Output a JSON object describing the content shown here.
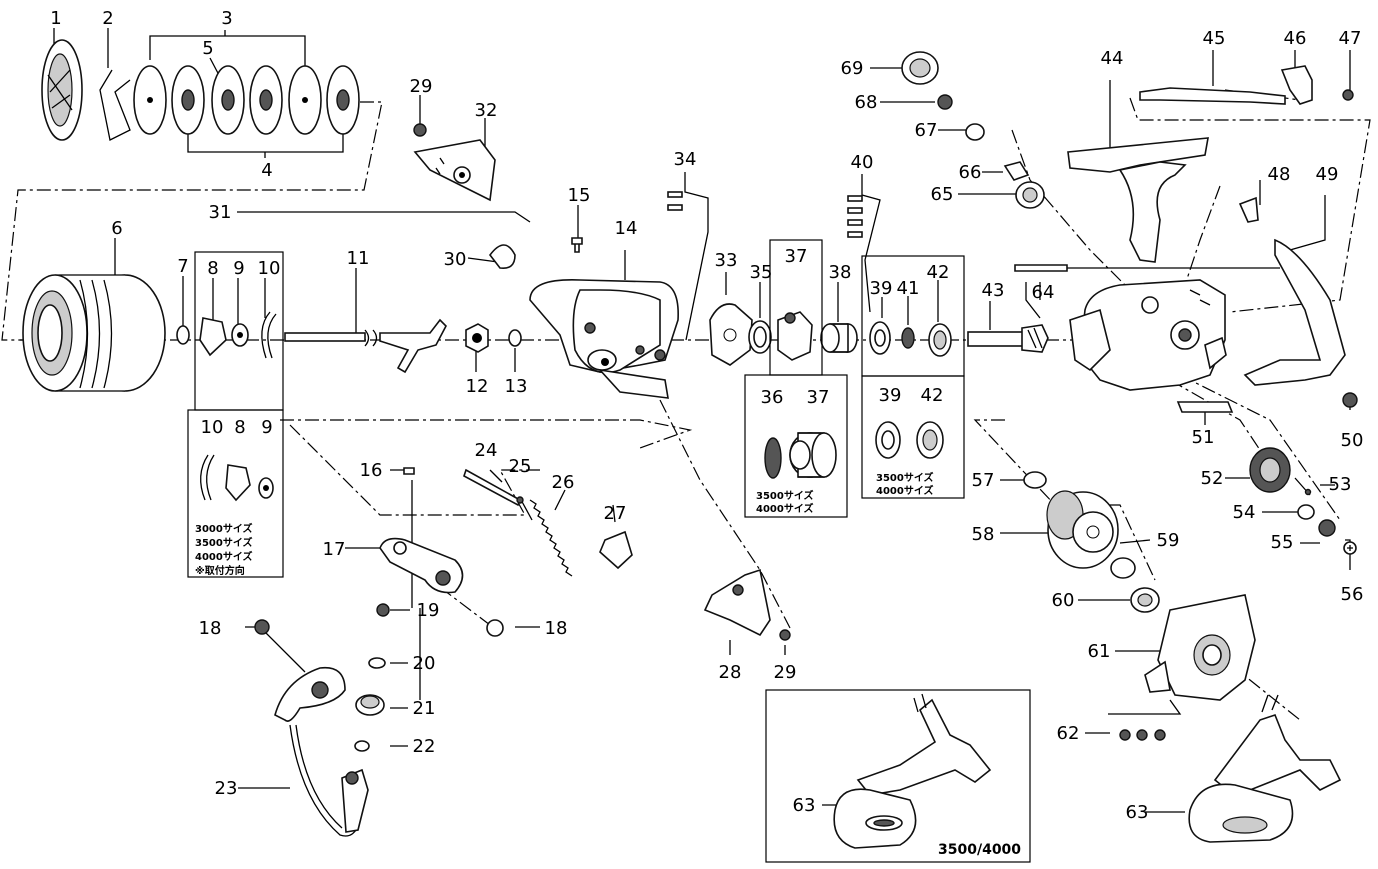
{
  "parts": [
    {
      "key": "p1",
      "text": "1"
    },
    {
      "key": "p2",
      "text": "2"
    },
    {
      "key": "p3",
      "text": "3"
    },
    {
      "key": "p4",
      "text": "4"
    },
    {
      "key": "p5",
      "text": "5"
    },
    {
      "key": "p6",
      "text": "6"
    },
    {
      "key": "p7",
      "text": "7"
    },
    {
      "key": "p8",
      "text": "8"
    },
    {
      "key": "p9",
      "text": "9"
    },
    {
      "key": "p10",
      "text": "10"
    },
    {
      "key": "p11",
      "text": "11"
    },
    {
      "key": "p12",
      "text": "12"
    },
    {
      "key": "p13",
      "text": "13"
    },
    {
      "key": "p14",
      "text": "14"
    },
    {
      "key": "p15",
      "text": "15"
    },
    {
      "key": "p16",
      "text": "16"
    },
    {
      "key": "p17",
      "text": "17"
    },
    {
      "key": "p18a",
      "text": "18"
    },
    {
      "key": "p18b",
      "text": "18"
    },
    {
      "key": "p19",
      "text": "19"
    },
    {
      "key": "p20",
      "text": "20"
    },
    {
      "key": "p21",
      "text": "21"
    },
    {
      "key": "p22",
      "text": "22"
    },
    {
      "key": "p23",
      "text": "23"
    },
    {
      "key": "p24",
      "text": "24"
    },
    {
      "key": "p25",
      "text": "25"
    },
    {
      "key": "p26",
      "text": "26"
    },
    {
      "key": "p27",
      "text": "27"
    },
    {
      "key": "p28",
      "text": "28"
    },
    {
      "key": "p29a",
      "text": "29"
    },
    {
      "key": "p29b",
      "text": "29"
    },
    {
      "key": "p30",
      "text": "30"
    },
    {
      "key": "p31",
      "text": "31"
    },
    {
      "key": "p32",
      "text": "32"
    },
    {
      "key": "p33",
      "text": "33"
    },
    {
      "key": "p34",
      "text": "34"
    },
    {
      "key": "p35",
      "text": "35"
    },
    {
      "key": "p36",
      "text": "36"
    },
    {
      "key": "p37a",
      "text": "37"
    },
    {
      "key": "p37b",
      "text": "37"
    },
    {
      "key": "p38",
      "text": "38"
    },
    {
      "key": "p39a",
      "text": "39"
    },
    {
      "key": "p39b",
      "text": "39"
    },
    {
      "key": "p40",
      "text": "40"
    },
    {
      "key": "p41",
      "text": "41"
    },
    {
      "key": "p42a",
      "text": "42"
    },
    {
      "key": "p42b",
      "text": "42"
    },
    {
      "key": "p43",
      "text": "43"
    },
    {
      "key": "p44",
      "text": "44"
    },
    {
      "key": "p45",
      "text": "45"
    },
    {
      "key": "p46",
      "text": "46"
    },
    {
      "key": "p47",
      "text": "47"
    },
    {
      "key": "p48",
      "text": "48"
    },
    {
      "key": "p49",
      "text": "49"
    },
    {
      "key": "p50",
      "text": "50"
    },
    {
      "key": "p51",
      "text": "51"
    },
    {
      "key": "p52",
      "text": "52"
    },
    {
      "key": "p53",
      "text": "53"
    },
    {
      "key": "p54",
      "text": "54"
    },
    {
      "key": "p55",
      "text": "55"
    },
    {
      "key": "p56",
      "text": "56"
    },
    {
      "key": "p57",
      "text": "57"
    },
    {
      "key": "p58",
      "text": "58"
    },
    {
      "key": "p59",
      "text": "59"
    },
    {
      "key": "p60",
      "text": "60"
    },
    {
      "key": "p61",
      "text": "61"
    },
    {
      "key": "p62",
      "text": "62"
    },
    {
      "key": "p63a",
      "text": "63"
    },
    {
      "key": "p63b",
      "text": "63"
    },
    {
      "key": "p64",
      "text": "64"
    },
    {
      "key": "p65",
      "text": "65"
    },
    {
      "key": "p66",
      "text": "66"
    },
    {
      "key": "p67",
      "text": "67"
    },
    {
      "key": "p68",
      "text": "68"
    },
    {
      "key": "p69",
      "text": "69"
    }
  ],
  "insets": {
    "drag_alt": {
      "labels": [
        "10",
        "8",
        "9"
      ],
      "notes": [
        "3000サイズ",
        "3500サイズ",
        "4000サイズ",
        "※取付方向"
      ]
    },
    "rotor_alt": {
      "labels": [
        "36",
        "37"
      ],
      "notes": [
        "3500サイズ",
        "4000サイズ"
      ]
    },
    "pinion_alt": {
      "labels": [
        "39",
        "42"
      ],
      "notes": [
        "3500サイズ",
        "4000サイズ"
      ]
    },
    "handle_alt": {
      "caption": "3500/4000"
    }
  }
}
